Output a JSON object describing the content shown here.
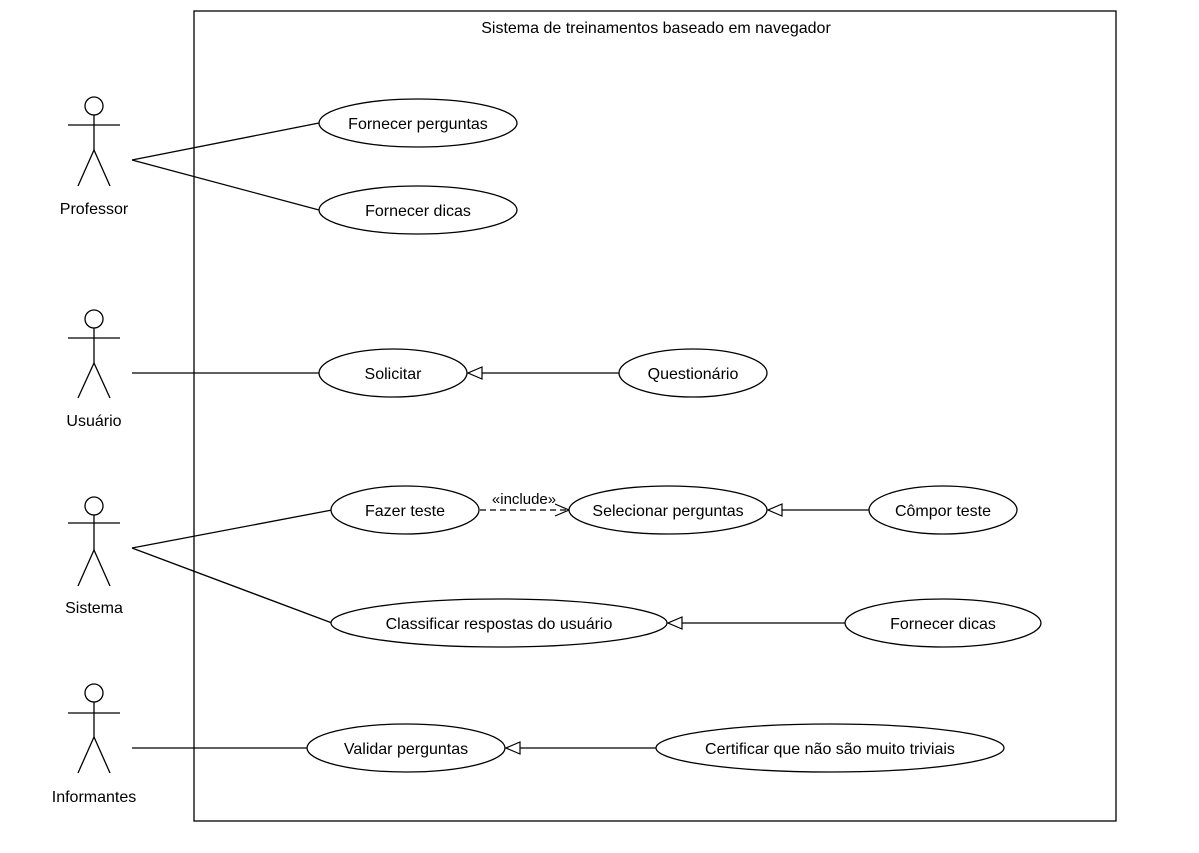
{
  "system": {
    "title": "Sistema de treinamentos baseado em navegador"
  },
  "actors": {
    "professor": "Professor",
    "usuario": "Usuário",
    "sistema": "Sistema",
    "informantes": "Informantes"
  },
  "use_cases": {
    "fornecer_perguntas": "Fornecer perguntas",
    "fornecer_dicas_prof": "Fornecer dicas",
    "solicitar": "Solicitar",
    "questionario": "Questionário",
    "fazer_teste": "Fazer teste",
    "selecionar_perguntas": "Selecionar perguntas",
    "compor_teste": "Cômpor teste",
    "classificar_respostas": "Classificar respostas do usuário",
    "fornecer_dicas_sis": "Fornecer dicas",
    "validar_perguntas": "Validar perguntas",
    "certificar": "Certificar que não são muito triviais"
  },
  "relations": {
    "include_label": "«include»"
  }
}
